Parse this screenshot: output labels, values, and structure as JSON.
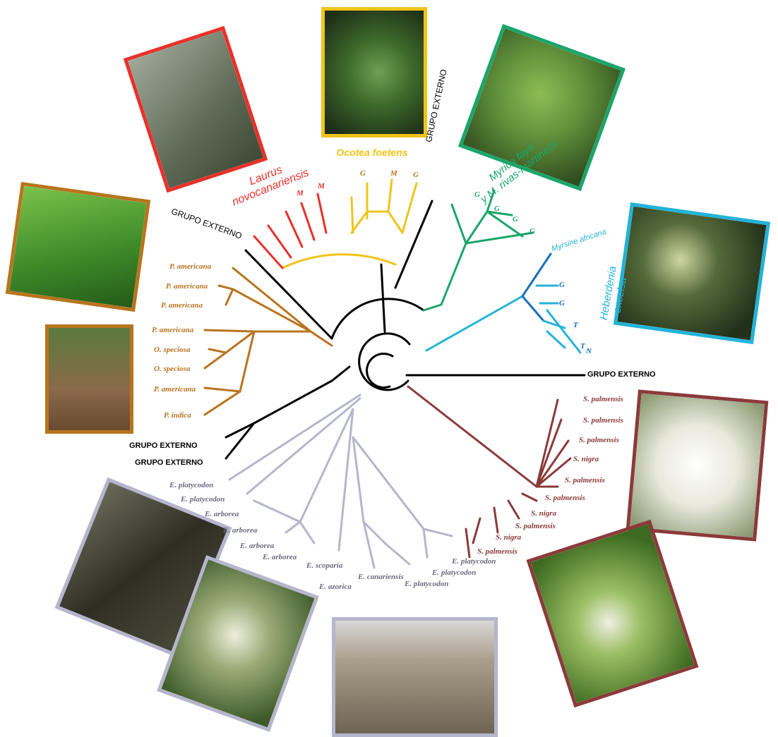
{
  "colors": {
    "laurus": "#e8312a",
    "ocotea": "#f0c419",
    "myrica": "#1aa56a",
    "heberdenia": "#23b3d8",
    "heberdenia_dark": "#1a6fb8",
    "persea": "#b8741e",
    "sambucus": "#8b3a3a",
    "erica": "#b5b5cc",
    "outgroup": "#000000"
  },
  "taxa": {
    "laurus": "Laurus\nnovocanariensis",
    "ocotea": "Ocotea foetens",
    "myrica": "Myrica faya\ny M. rivas-martinezii",
    "myrsine": "Myrsine africana",
    "heberdenia": "Heberdenia\nexcelsa"
  },
  "outgroups": {
    "top": "GRUPO EXTERNO",
    "left": "GRUPO EXTERNO",
    "right": "GRUPO EXTERNO",
    "bottom_1": "GRUPO EXTERNO",
    "bottom_2": "GRUPO EXTERNO"
  },
  "leaves": {
    "laurus": [
      "M",
      "M"
    ],
    "ocotea": [
      "G",
      "M",
      "G"
    ],
    "myrica": [
      "G",
      "G",
      "G",
      "G"
    ],
    "heberdenia": [
      "G",
      "G",
      "T",
      "T",
      "N"
    ],
    "persea": [
      "P. americana",
      "P. americana",
      "P. americana",
      "P. americana",
      "O. speciosa",
      "O. speciosa",
      "P. americana",
      "P. indica"
    ],
    "sambucus": [
      "S. palmensis",
      "S. palmensis",
      "S. palmensis",
      "S. nigra",
      "S. palmensis",
      "S. palmensis",
      "S. nigra",
      "S. palmensis",
      "S. nigra",
      "S. palmensis"
    ],
    "erica": [
      "E. platycodon",
      "E. platycodon",
      "E. arborea",
      "E. arborea",
      "E. arborea",
      "E. arborea",
      "E. scoparia",
      "E. azorica",
      "E. canariensis",
      "E. platycodon",
      "E. platycodon",
      "E. platycodon"
    ]
  },
  "photos": [
    {
      "id": "laurus",
      "color": "laurus",
      "fill": "#7f8a7c"
    },
    {
      "id": "ocotea",
      "color": "ocotea",
      "fill": "#2f4a28"
    },
    {
      "id": "myrica",
      "color": "myrica",
      "fill": "#4d7a2e"
    },
    {
      "id": "persea-top",
      "color": "persea",
      "fill": "#3f8d2a"
    },
    {
      "id": "persea-bottom",
      "color": "persea",
      "fill": "#5b6a3d"
    },
    {
      "id": "heberdenia",
      "color": "heberdenia",
      "fill": "#3b4c2e"
    },
    {
      "id": "sambucus-top",
      "color": "sambucus",
      "fill": "#d8d8cc"
    },
    {
      "id": "sambucus-bottom",
      "color": "sambucus",
      "fill": "#4d7c2f"
    },
    {
      "id": "erica-left",
      "color": "erica",
      "fill": "#3a3a30"
    },
    {
      "id": "erica-mid",
      "color": "erica",
      "fill": "#6b7a4e"
    },
    {
      "id": "erica-bottom",
      "color": "erica",
      "fill": "#7c7466"
    }
  ]
}
